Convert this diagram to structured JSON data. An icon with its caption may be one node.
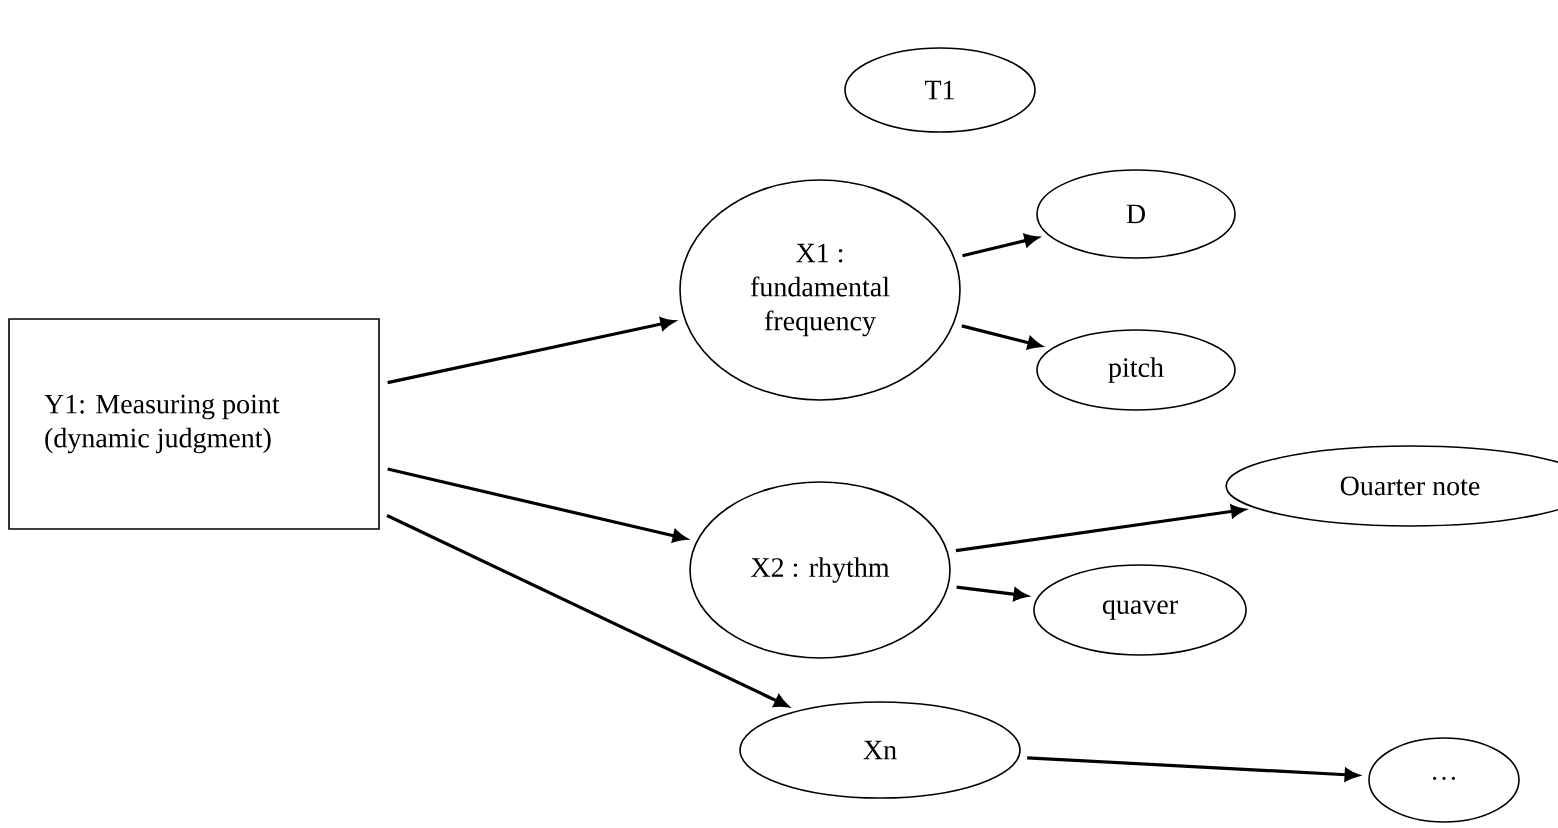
{
  "diagram": {
    "nodes": [
      {
        "text": [
          "T1"
        ]
      },
      {
        "text": [
          "Y1: Measuring point (dynamic judgment)"
        ]
      },
      {
        "text": [
          "X1 : fundamental frequency"
        ]
      },
      {
        "text": [
          "D"
        ]
      },
      {
        "text": [
          "pitch"
        ]
      },
      {
        "text": [
          "X2 : rhythm"
        ]
      },
      {
        "text": [
          "Ouarter note"
        ]
      },
      {
        "text": [
          "quaver"
        ]
      },
      {
        "text": [
          "Xn"
        ]
      },
      {
        "text": [
          "…"
        ]
      }
    ],
    "edges": [
      {
        "from": 1,
        "to": 2,
        "arrow": "to"
      },
      {
        "from": 1,
        "to": 5,
        "arrow": "to"
      },
      {
        "from": 1,
        "to": 8,
        "arrow": "to"
      },
      {
        "from": 2,
        "to": 3,
        "arrow": "to"
      },
      {
        "from": 2,
        "to": 4,
        "arrow": "to"
      },
      {
        "from": 5,
        "to": 6,
        "arrow": "to"
      },
      {
        "from": 5,
        "to": 7,
        "arrow": "to"
      },
      {
        "from": 8,
        "to": 9,
        "arrow": "to"
      }
    ]
  }
}
